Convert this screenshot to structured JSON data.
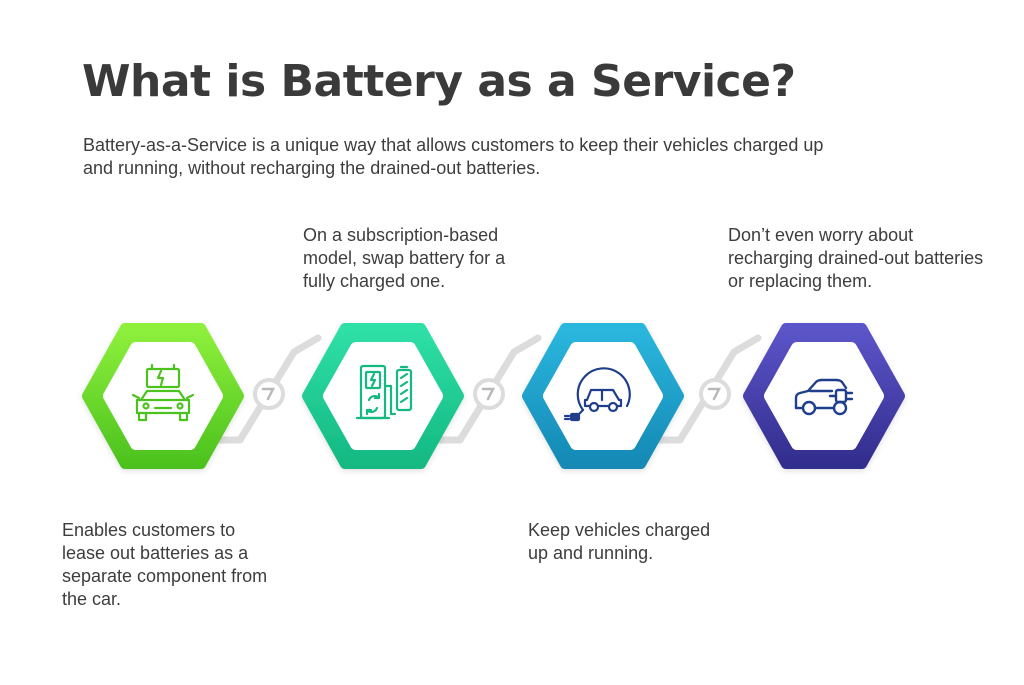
{
  "title": "What is Battery as a Service?",
  "subtitle": "Battery-as-a-Service is a unique way that allows customers to keep their vehicles charged up and running, without recharging the drained-out batteries.",
  "steps": [
    {
      "text": "Enables customers to lease out batteries as a separate component from the car.",
      "icon": "car-battery-icon",
      "color_top": "#8ef03c",
      "color_bottom": "#4cc21e"
    },
    {
      "text": "On a subscription-based model, swap battery for a fully charged one.",
      "icon": "battery-swap-station-icon",
      "color_top": "#2fe0a6",
      "color_bottom": "#14b982"
    },
    {
      "text": "Keep vehicles charged up and running.",
      "icon": "ev-charging-car-icon",
      "color_top": "#2bb7de",
      "color_bottom": "#1489b5"
    },
    {
      "text": "Don’t even worry about recharging drained-out batteries or replacing them.",
      "icon": "electric-car-plug-icon",
      "color_top": "#5c55c9",
      "color_bottom": "#322d8e"
    }
  ],
  "icon_color": "#1f3f8a",
  "connector_color": "#dcdcdc"
}
